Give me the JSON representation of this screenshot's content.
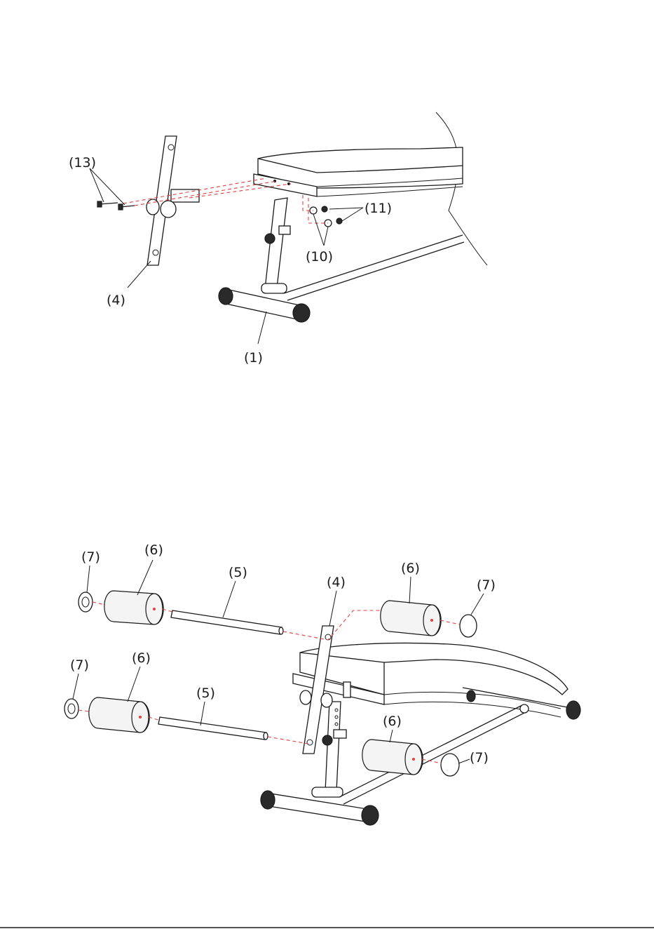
{
  "figure1": {
    "callouts": {
      "c13": "(13)",
      "c4": "(4)",
      "c1": "(1)",
      "c11": "(11)",
      "c10": "(10)"
    }
  },
  "figure2": {
    "callouts": {
      "c7a": "(7)",
      "c6a": "(6)",
      "c5a": "(5)",
      "c4": "(4)",
      "c6b": "(6)",
      "c7b": "(7)",
      "c7c": "(7)",
      "c6c": "(6)",
      "c5b": "(5)",
      "c6d": "(6)",
      "c7d": "(7)"
    }
  },
  "colors": {
    "line": "#1a1a1a",
    "guide_dash": "#e04040",
    "background": "#ffffff"
  }
}
